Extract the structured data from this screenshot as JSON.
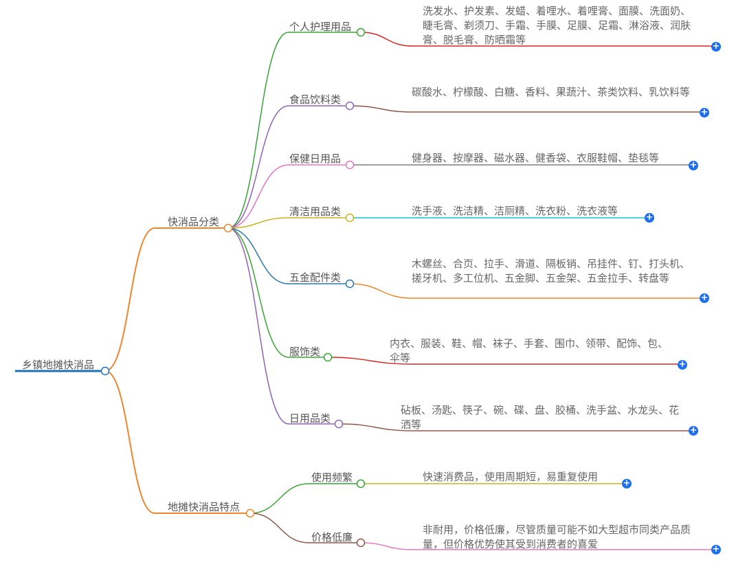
{
  "root": {
    "label": "乡镇地摊快消品"
  },
  "branches": [
    {
      "label": "快消品分类",
      "children": [
        {
          "label": "个人护理用品",
          "detail": "洗发水、护发素、发蜡、着哩水、着哩膏、面膜、洗面奶、睫毛膏、剃须刀、手霜、手膜、足膜、足霜、淋浴液、润肤膏、脱毛膏、防晒霜等"
        },
        {
          "label": "食品饮料类",
          "detail": "碳酸水、柠檬酸、白糖、香料、果蔬汁、茶类饮料、乳饮料等"
        },
        {
          "label": "保健日用品",
          "detail": "健身器、按摩器、磁水器、健香袋、衣服鞋帽、垫毯等"
        },
        {
          "label": "清洁用品类",
          "detail": "洗手液、洗洁精、洁厕精、洗衣粉、洗衣液等"
        },
        {
          "label": "五金配件类",
          "detail": "木螺丝、合页、拉手、滑道、隔板销、吊挂件、钉、打头机、搓牙机、多工位机、五金脚、五金架、五金拉手、转盘等"
        },
        {
          "label": "服饰类",
          "detail": "内衣、服装、鞋、帽、袜子、手套、围巾、领带、配饰、包、伞等"
        },
        {
          "label": "日用品类",
          "detail": "砧板、汤匙、筷子、碗、碟、盘、胶桶、洗手盆、水龙头、花洒等"
        }
      ]
    },
    {
      "label": "地摊快消品特点",
      "children": [
        {
          "label": "使用频繁",
          "detail": "快速消费品，使用周期短，易重复使用"
        },
        {
          "label": "价格低廉",
          "detail": "非耐用，价格低廉，尽管质量可能不如大型超市同类产品质量，但价格优势使其受到消费者的喜爱"
        }
      ]
    }
  ],
  "expand_symbol": "+",
  "colors": {
    "root": "#1f6fb5",
    "branch": "#f0852d",
    "node_fill": "#ffffff",
    "plus": "#1e6ff0",
    "child_links": [
      "#3aa335",
      "#8e63b5",
      "#e377c2",
      "#c8b420",
      "#2a78a8",
      "#3aa335",
      "#8e63b5",
      "#3aa335",
      "#8c564b"
    ],
    "leaf_links": [
      "#d62728",
      "#8c564b",
      "#7f7f7f",
      "#17becf",
      "#f0852d",
      "#d62728",
      "#8c564b",
      "#c8b420",
      "#e377c2"
    ]
  }
}
